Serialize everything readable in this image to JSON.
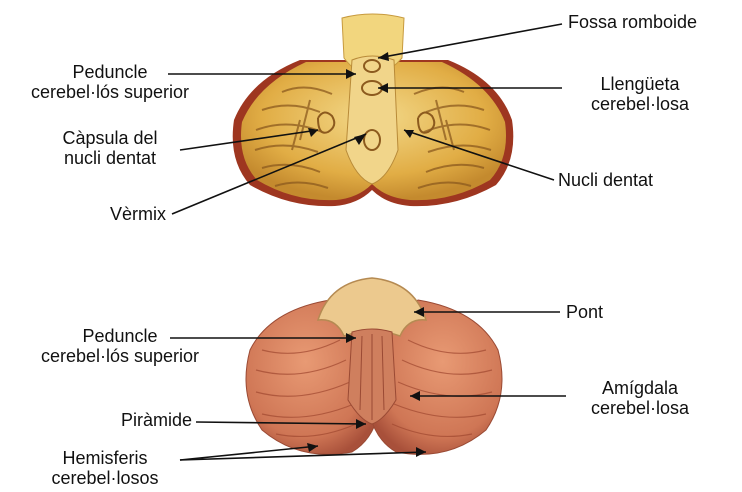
{
  "labels": {
    "fossa_romboide": "Fossa romboide",
    "peduncle_top_1": "Peduncle",
    "peduncle_top_2": "cerebel·lós superior",
    "llengueta_1": "Llengüeta",
    "llengueta_2": "cerebel·losa",
    "capsula_1": "Càpsula del",
    "capsula_2": "nucli dentat",
    "nucli_dentat": "Nucli dentat",
    "vermix": "Vèrmix",
    "pont": "Pont",
    "peduncle_bot_1": "Peduncle",
    "peduncle_bot_2": "cerebel·lós superior",
    "amigdala_1": "Amígdala",
    "amigdala_2": "cerebel·losa",
    "piramide": "Piràmide",
    "hemisferis_1": "Hemisferis",
    "hemisferis_2": "cerebel·losos"
  },
  "colors": {
    "section_fill": "#e3b24a",
    "section_light": "#f0d27a",
    "section_dark": "#8c5a1e",
    "cortex_red": "#a13a22",
    "hemisphere": "#d07a58",
    "hemisphere_dark": "#a8503a",
    "pons": "#ecc98e",
    "leader_line": "#111111"
  }
}
